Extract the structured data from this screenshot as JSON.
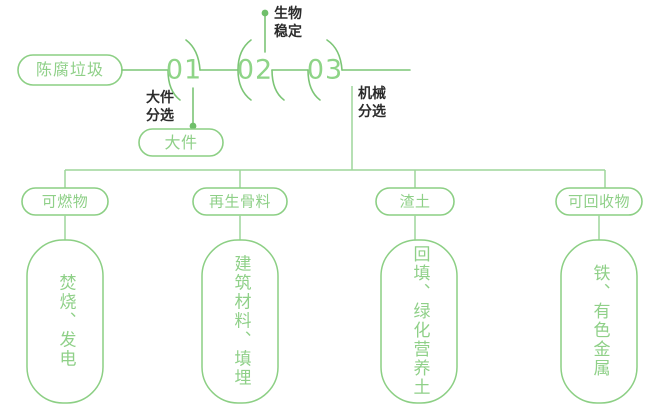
{
  "diagram": {
    "title_text": "",
    "colors": {
      "line": "#7cc576",
      "pill_border": "#8ccf84",
      "green_text": "#8fd088",
      "dark_text": "#2b2b2b",
      "background": "#ffffff",
      "dot": "#6fbf6a"
    },
    "root": {
      "label": "陈腐垃圾"
    },
    "steps": [
      {
        "number": "01",
        "process_label": "大件分选",
        "process_label_lines": [
          "大件",
          "分选"
        ],
        "output": "大件",
        "output_position": "below"
      },
      {
        "number": "02",
        "process_label": "生物稳定",
        "process_label_lines": [
          "生物",
          "稳定"
        ],
        "output": "",
        "output_position": "above"
      },
      {
        "number": "03",
        "process_label": "机械分选",
        "process_label_lines": [
          "机械",
          "分选"
        ],
        "output": "",
        "output_position": "below"
      }
    ],
    "outputs": [
      {
        "category": "可燃物",
        "destination": "焚烧、发电"
      },
      {
        "category": "再生骨料",
        "destination": "建筑材料、填埋"
      },
      {
        "category": "渣土",
        "destination": "回填、绿化营养土"
      },
      {
        "category": "可回收物",
        "destination": "铁、有色金属"
      }
    ]
  }
}
